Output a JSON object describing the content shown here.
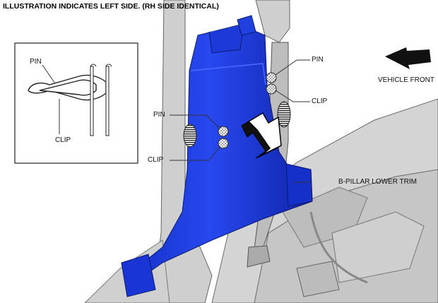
{
  "heading": "ILLUSTRATION INDICATES LEFT SIDE. (RH SIDE IDENTICAL)",
  "inset": {
    "pin": "PIN",
    "clip": "CLIP"
  },
  "callouts": {
    "pin_left": "PIN",
    "clip_left": "CLIP",
    "pin_right": "PIN",
    "clip_right": "CLIP",
    "trim": "B-PILLAR LOWER TRIM",
    "front": "VEHICLE FRONT"
  },
  "colors": {
    "trim_blue": "#1a35d6",
    "body_gray": "#c9c9c9",
    "outline": "#333333"
  }
}
